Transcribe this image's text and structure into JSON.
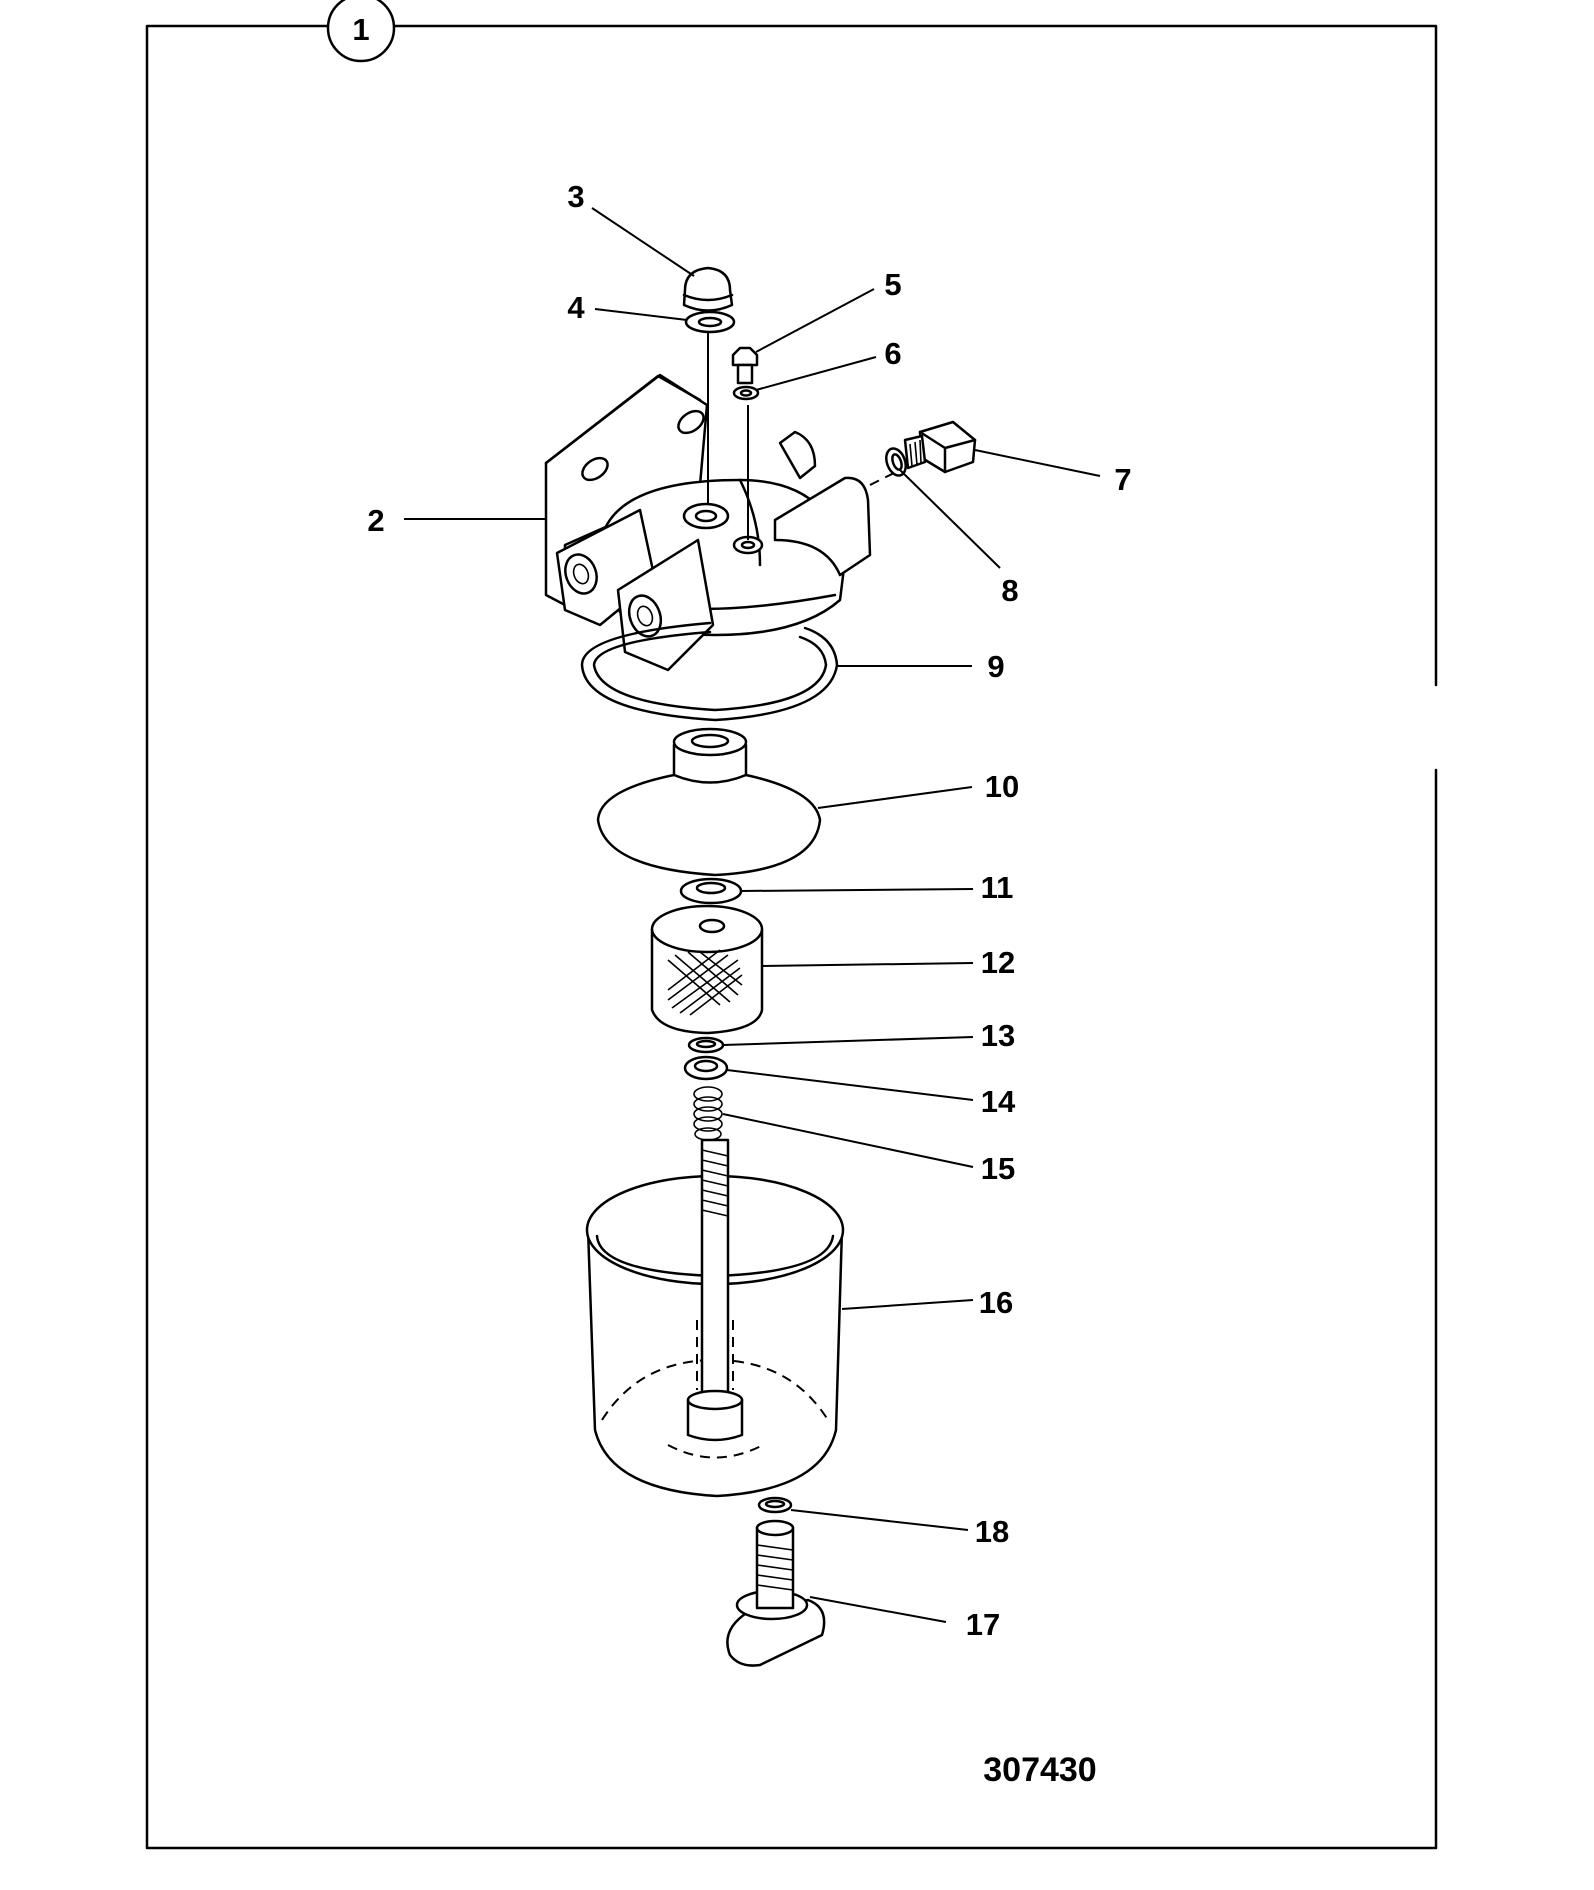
{
  "assembly_callout": "1",
  "drawing_number": "307430",
  "parts": [
    {
      "id": "2"
    },
    {
      "id": "3"
    },
    {
      "id": "4"
    },
    {
      "id": "5"
    },
    {
      "id": "6"
    },
    {
      "id": "7"
    },
    {
      "id": "8"
    },
    {
      "id": "9"
    },
    {
      "id": "10"
    },
    {
      "id": "11"
    },
    {
      "id": "12"
    },
    {
      "id": "13"
    },
    {
      "id": "14"
    },
    {
      "id": "15"
    },
    {
      "id": "16"
    },
    {
      "id": "17"
    },
    {
      "id": "18"
    }
  ],
  "colors": {
    "ink": "#000000",
    "paper": "#ffffff"
  }
}
